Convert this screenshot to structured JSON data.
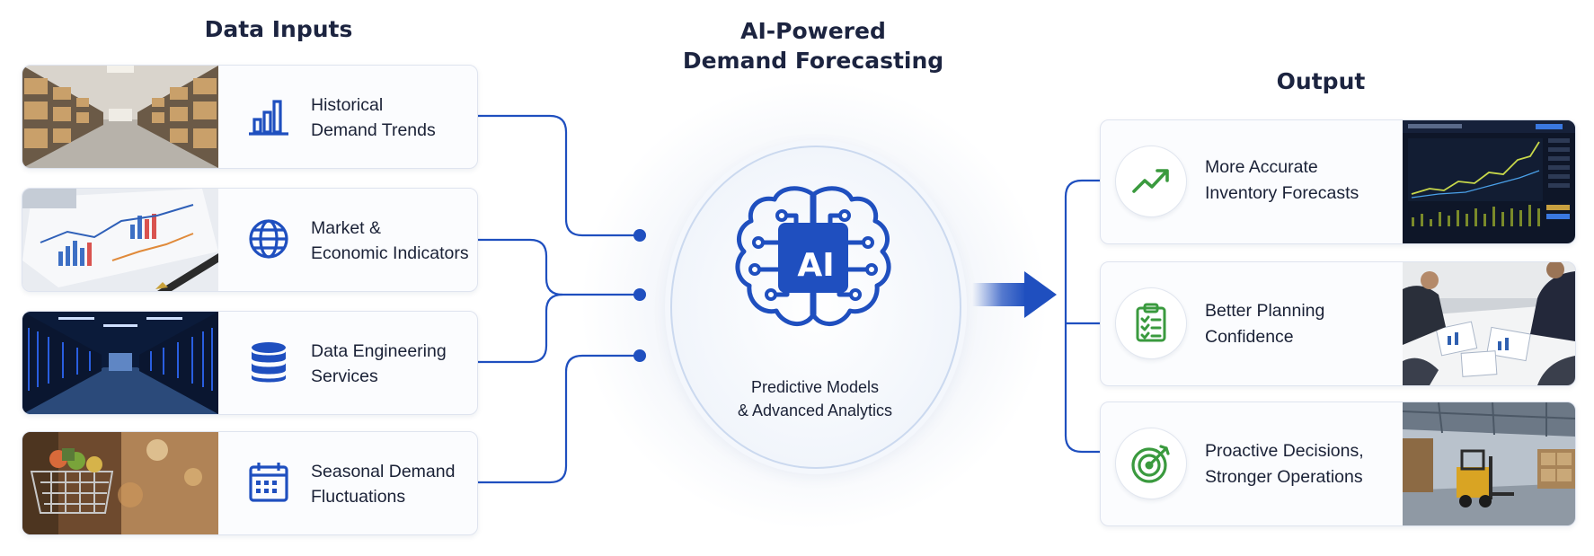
{
  "headings": {
    "inputs": "Data Inputs",
    "center_line1": "AI-Powered",
    "center_line2": "Demand Forecasting",
    "output": "Output"
  },
  "inputs": [
    {
      "line1": "Historical",
      "line2": "Demand Trends",
      "icon": "bar-chart-icon",
      "photo": "warehouse-aisle"
    },
    {
      "line1": "Market &",
      "line2": "Economic Indicators",
      "icon": "globe-icon",
      "photo": "financial-charts-with-pen"
    },
    {
      "line1": "Data Engineering",
      "line2": "Services",
      "icon": "database-icon",
      "photo": "server-room"
    },
    {
      "line1": "Seasonal Demand",
      "line2": "Fluctuations",
      "icon": "calendar-icon",
      "photo": "shopping-cart-in-store"
    }
  ],
  "center": {
    "badge": "AI",
    "caption_line1": "Predictive Models",
    "caption_line2": "& Advanced Analytics",
    "icon": "brain-circuit-icon"
  },
  "outputs": [
    {
      "line1": "More Accurate",
      "line2": "Inventory Forecasts",
      "icon": "trend-up-icon",
      "photo": "forecast-dashboard"
    },
    {
      "line1": "Better Planning",
      "line2": "Confidence",
      "icon": "clipboard-checklist-icon",
      "photo": "business-meeting"
    },
    {
      "line1": "Proactive Decisions,",
      "line2": "Stronger Operations",
      "icon": "target-icon",
      "photo": "warehouse-forklift"
    }
  ],
  "colors": {
    "primary_blue": "#1f4fbf",
    "dark_blue": "#163a9a",
    "output_green": "#3a9a3e",
    "heading_text": "#1c2440",
    "card_border": "#dfe4ef"
  }
}
